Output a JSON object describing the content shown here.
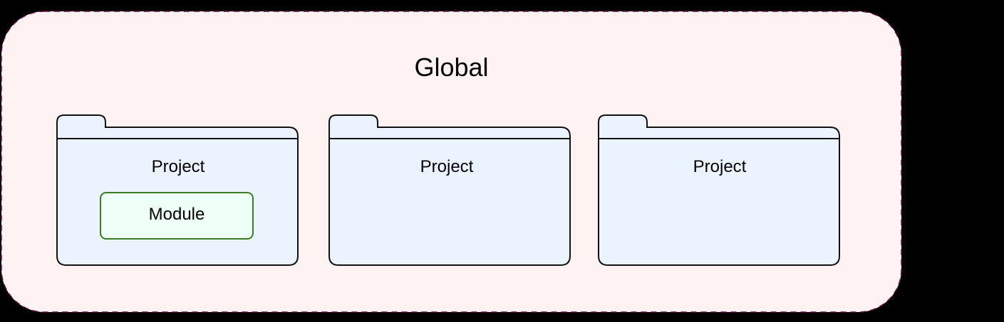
{
  "diagram": {
    "container": {
      "label": "Global",
      "fill": "#fff2f2",
      "stroke": "#6b0f47",
      "style": "dashed"
    },
    "projects": [
      {
        "label": "Project",
        "children": [
          {
            "label": "Module",
            "fill": "#edfff6",
            "stroke": "#3a7d21"
          }
        ]
      },
      {
        "label": "Project",
        "children": []
      },
      {
        "label": "Project",
        "children": []
      }
    ],
    "colors": {
      "folder_fill": "#ebf3ff",
      "folder_stroke": "#111111",
      "background": "#000000"
    }
  }
}
